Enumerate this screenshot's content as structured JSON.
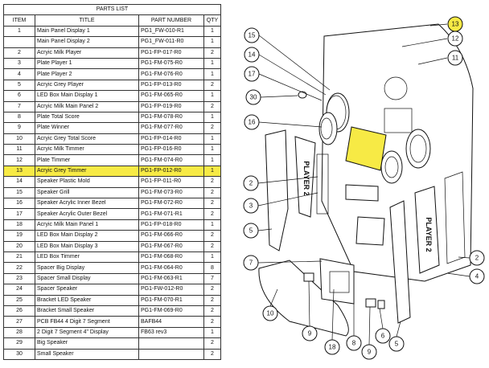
{
  "parts_list": {
    "title": "PARTS LIST",
    "headers": [
      "ITEM",
      "TITLE",
      "PART NUMBER",
      "QTY"
    ],
    "rows": [
      {
        "item": "1",
        "title": "Main Panel Display 1",
        "part": "PG1_FW-010-R1",
        "qty": "1"
      },
      {
        "item": "",
        "title": "Main Panel Display 2",
        "part": "PG1_FW-011-R0",
        "qty": "1"
      },
      {
        "item": "2",
        "title": "Acryic Milk Player",
        "part": "PG1-FP-017-R0",
        "qty": "2"
      },
      {
        "item": "3",
        "title": "Plate Player 1",
        "part": "PG1-FM-075-R0",
        "qty": "1"
      },
      {
        "item": "4",
        "title": "Plate Player 2",
        "part": "PG1-FM-076-R0",
        "qty": "1"
      },
      {
        "item": "5",
        "title": "Acryic Grey Player",
        "part": "PG1-FP-013-R0",
        "qty": "2"
      },
      {
        "item": "6",
        "title": "LED Box Main Display 1",
        "part": "PG1-FM-065-R0",
        "qty": "1"
      },
      {
        "item": "7",
        "title": "Acryic Milk Main Panel 2",
        "part": "PG1-FP-019-R0",
        "qty": "2"
      },
      {
        "item": "8",
        "title": "Plate Total Score",
        "part": "PG1-FM-078-R0",
        "qty": "1"
      },
      {
        "item": "9",
        "title": "Plate Winner",
        "part": "PG1-FM-077-R0",
        "qty": "2"
      },
      {
        "item": "10",
        "title": "Acryic Grey Total Score",
        "part": "PG1-FP-014-R0",
        "qty": "1"
      },
      {
        "item": "11",
        "title": "Acryic Milk Timmer",
        "part": "PG1-FP-016-R0",
        "qty": "1"
      },
      {
        "item": "12",
        "title": "Plate Timmer",
        "part": "PG1-FM-074-R0",
        "qty": "1"
      },
      {
        "item": "13",
        "title": "Acryic Grey Timmer",
        "part": "PG1-FP-012-R0",
        "qty": "1",
        "highlight": true
      },
      {
        "item": "14",
        "title": "Speaker Plastic Mold",
        "part": "PG1-FP-011-R0",
        "qty": "2"
      },
      {
        "item": "15",
        "title": "Speaker Grill",
        "part": "PG1-FM-073-R0",
        "qty": "2"
      },
      {
        "item": "16",
        "title": "Speaker Acrylic Inner Bezel",
        "part": "PG1-FM-072-R0",
        "qty": "2"
      },
      {
        "item": "17",
        "title": "Speaker Acrylic Outer Bezel",
        "part": "PG1-FM-071-R1",
        "qty": "2"
      },
      {
        "item": "18",
        "title": "Acryic Milk Main Panel 1",
        "part": "PG1-FP-018-R0",
        "qty": "1"
      },
      {
        "item": "19",
        "title": "LED Box Main Display 2",
        "part": "PG1-FM-066-R0",
        "qty": "2"
      },
      {
        "item": "20",
        "title": "LED Box Main Display 3",
        "part": "PG1-FM-067-R0",
        "qty": "2"
      },
      {
        "item": "21",
        "title": "LED Box Timmer",
        "part": "PG1-FM-068-R0",
        "qty": "1"
      },
      {
        "item": "22",
        "title": "Spacer Big Display",
        "part": "PG1-FM-064-R0",
        "qty": "8"
      },
      {
        "item": "23",
        "title": "Spacer Small Display",
        "part": "PG1-FM-063-R1",
        "qty": "7"
      },
      {
        "item": "24",
        "title": "Spacer Speaker",
        "part": "PG1-FW-012-R0",
        "qty": "2"
      },
      {
        "item": "25",
        "title": "Bracket LED Speaker",
        "part": "PG1-FM-070-R1",
        "qty": "2"
      },
      {
        "item": "26",
        "title": "Bracket Small Speaker",
        "part": "PG1-FM-069-R0",
        "qty": "2"
      },
      {
        "item": "27",
        "title": "PCB FB44 4 Digit 7 Segment",
        "part": "BAFB44",
        "qty": "2"
      },
      {
        "item": "28",
        "title": "2 Digit 7 Segment 4\" Display",
        "part": "FB63 rev3",
        "qty": "1"
      },
      {
        "item": "29",
        "title": "Big Speaker",
        "part": "",
        "qty": "2"
      },
      {
        "item": "30",
        "title": "Small Speaker",
        "part": "",
        "qty": "2"
      }
    ]
  },
  "diagram": {
    "highlight_color": "#f7ea45",
    "side_panel_text": "PLAYER 2",
    "callouts": [
      "15",
      "14",
      "17",
      "30",
      "16",
      "2",
      "3",
      "5",
      "7",
      "10",
      "9",
      "18",
      "8",
      "9",
      "6",
      "5",
      "4",
      "2",
      "11",
      "12",
      "13"
    ]
  }
}
